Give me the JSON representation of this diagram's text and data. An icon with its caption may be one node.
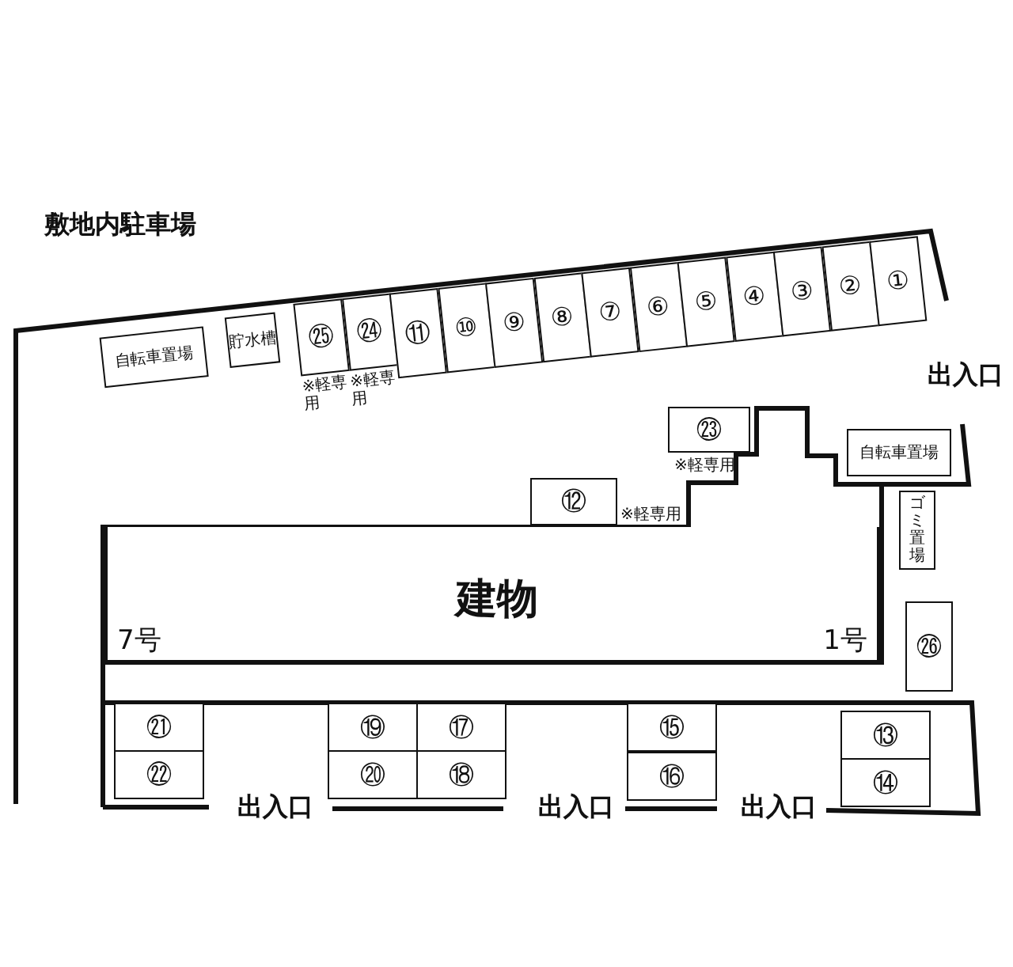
{
  "diagram": {
    "title": "敷地内駐車場",
    "nodes": [
      {
        "text": [
          "自転車置場"
        ]
      },
      {
        "text": [
          "貯水槽"
        ]
      },
      {
        "text": [
          "㉕"
        ],
        "beside": [
          "※軽専用"
        ]
      },
      {
        "text": [
          "㉔"
        ],
        "beside": [
          "※軽専用"
        ]
      },
      {
        "text": [
          "⑪"
        ]
      },
      {
        "text": [
          "⑩"
        ]
      },
      {
        "text": [
          "⑨"
        ]
      },
      {
        "text": [
          "⑧"
        ]
      },
      {
        "text": [
          "⑦"
        ]
      },
      {
        "text": [
          "⑥"
        ]
      },
      {
        "text": [
          "⑤"
        ]
      },
      {
        "text": [
          "④"
        ]
      },
      {
        "text": [
          "③"
        ]
      },
      {
        "text": [
          "②"
        ]
      },
      {
        "text": [
          "①"
        ]
      },
      {
        "text": [
          "㉓"
        ],
        "beside": [
          "※軽専用"
        ]
      },
      {
        "text": [
          "⑫"
        ],
        "beside": [
          "※軽専用"
        ]
      },
      {
        "text": [
          "自転車置場"
        ]
      },
      {
        "text": [
          "ゴミ置場"
        ]
      },
      {
        "text": [
          "建物",
          "7号",
          "1号"
        ]
      },
      {
        "text": [
          "㉖"
        ]
      },
      {
        "text": [
          "㉑"
        ]
      },
      {
        "text": [
          "⑲"
        ]
      },
      {
        "text": [
          "⑰"
        ]
      },
      {
        "text": [
          "⑮"
        ]
      },
      {
        "text": [
          "⑬"
        ]
      },
      {
        "text": [
          "㉒"
        ]
      },
      {
        "text": [
          "⑳"
        ]
      },
      {
        "text": [
          "⑱"
        ]
      },
      {
        "text": [
          "⑯"
        ]
      },
      {
        "text": [
          "⑭"
        ]
      }
    ],
    "edges": [],
    "labels": [
      "出入口",
      "出入口",
      "出入口",
      "出入口"
    ]
  }
}
